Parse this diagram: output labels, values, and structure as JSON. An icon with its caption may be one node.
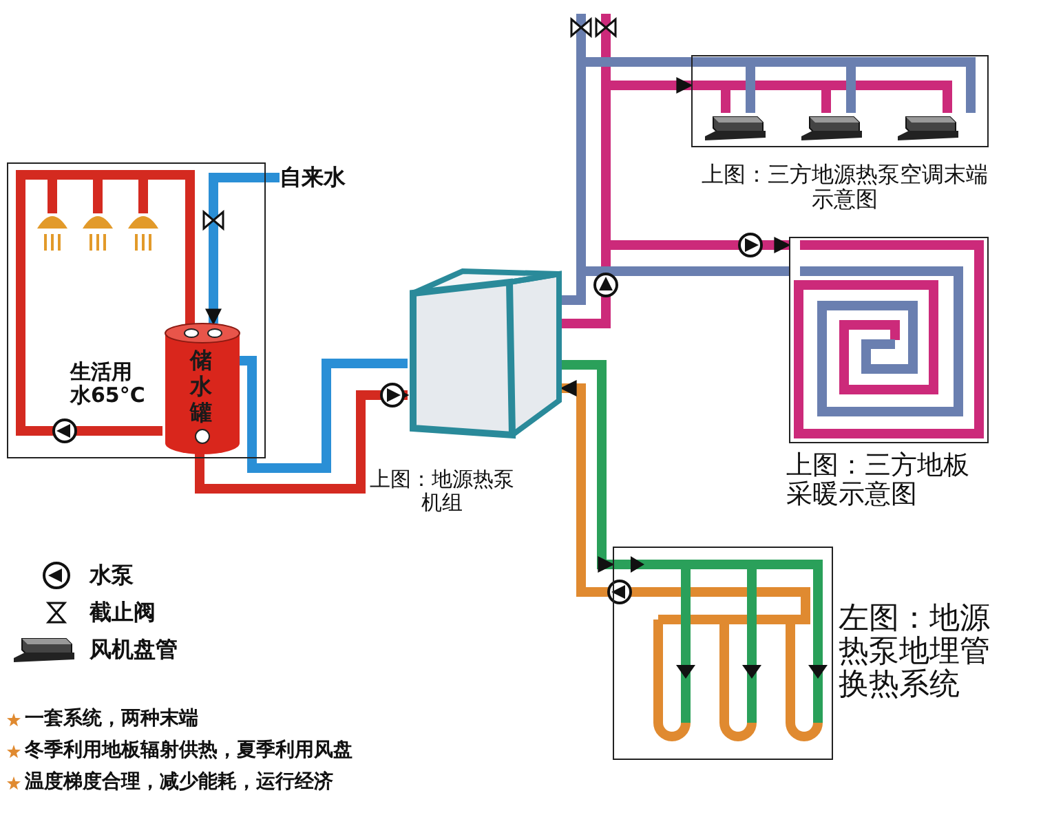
{
  "diagram": {
    "nodes": [
      {
        "text": [],
        "shape": "box"
      },
      {
        "text": [
          "储水罐"
        ],
        "beside": [
          "生活用水65°C"
        ],
        "in": 0
      },
      {
        "text": [
          "自来水"
        ]
      },
      {
        "text": [],
        "shape": "picture",
        "beside": [
          "上图：地源热泵机组"
        ]
      },
      {
        "text": [],
        "shape": "box",
        "beside": [
          "上图：三方地源热泵空调末端示意图"
        ]
      },
      {
        "text": [],
        "shape": "box",
        "beside": [
          "上图：三方地板采暖示意图"
        ]
      },
      {
        "text": [],
        "shape": "box",
        "beside": [
          "左图：地源热泵地埋管换热系统"
        ]
      }
    ],
    "edges": [
      {
        "from": 2,
        "to": 1,
        "arrow": "to",
        "color": "#2a8fd6"
      },
      {
        "from": 1,
        "to": 3,
        "arrow": "to",
        "color": "#d42a20"
      },
      {
        "from": 3,
        "to": 1,
        "arrow": "none",
        "color": "#2a8fd6"
      },
      {
        "from": 3,
        "to": 4,
        "arrow": "to",
        "color": "#cc2a7a"
      },
      {
        "from": 4,
        "to": 3,
        "arrow": "none",
        "color": "#6a7fb0"
      },
      {
        "from": 3,
        "to": 5,
        "arrow": "to",
        "color": "#cc2a7a"
      },
      {
        "from": 5,
        "to": 3,
        "arrow": "none",
        "color": "#6a7fb0"
      },
      {
        "from": 3,
        "to": 6,
        "arrow": "to",
        "color": "#2aa05a"
      },
      {
        "from": 6,
        "to": 3,
        "arrow": "to",
        "color": "#e08a30"
      }
    ],
    "labels": [
      "一套系统，两种末端",
      "冬季利用地板辐射供热，夏季利用风盘",
      "温度梯度合理，减少能耗，运行经济"
    ],
    "legend": [
      {
        "text": "水泵"
      },
      {
        "text": "截止阀"
      },
      {
        "text": "风机盘管"
      }
    ]
  }
}
